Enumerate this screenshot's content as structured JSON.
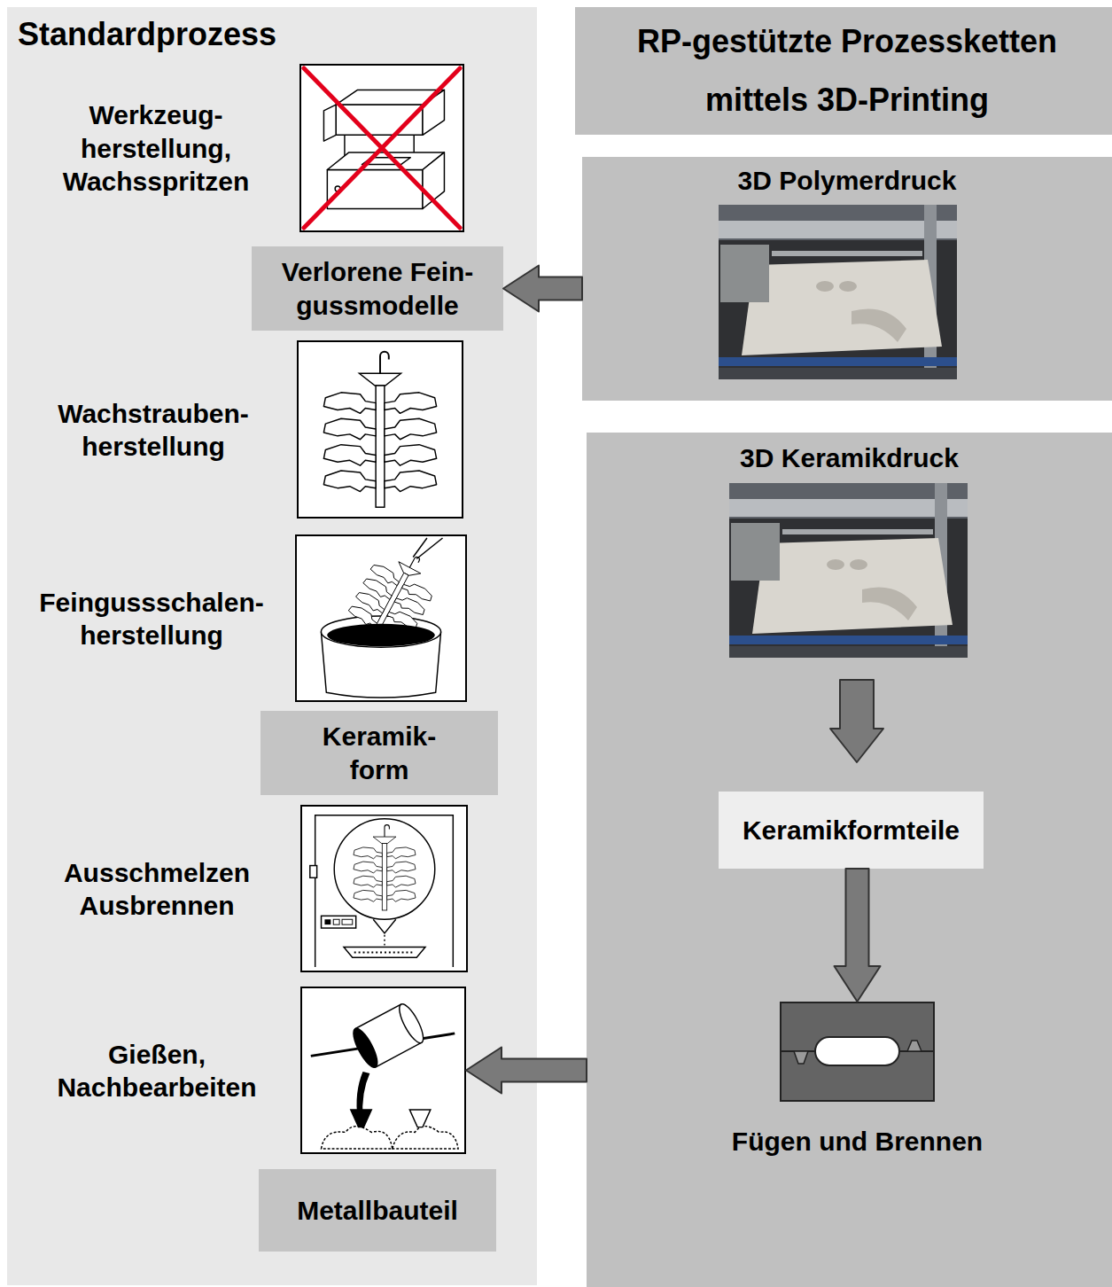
{
  "diagram": {
    "nodes": [
      {
        "text": [
          "Standardprozess"
        ]
      },
      {
        "text": [
          "Werkzeug- herstellung, Wachsspritzen"
        ],
        "in": 0
      },
      {
        "text": [
          "Verlorene Fein- gussmodelle"
        ],
        "in": 0
      },
      {
        "text": [
          "Wachstrauben- herstellung"
        ],
        "in": 0
      },
      {
        "text": [
          "Feingussschalen- herstellung"
        ],
        "in": 0
      },
      {
        "text": [
          "Keramik- form"
        ],
        "in": 0
      },
      {
        "text": [
          "Ausschmelzen Ausbrennen"
        ],
        "in": 0
      },
      {
        "text": [
          "Gießen, Nachbearbeiten"
        ],
        "in": 0
      },
      {
        "text": [
          "Metallbauteil"
        ],
        "in": 0
      },
      {
        "text": [
          "RP-gestützte Prozessketten mittels 3D-Printing"
        ]
      },
      {
        "text": [
          "3D Polymerdruck"
        ]
      },
      {
        "text": [
          "3D Keramikdruck"
        ]
      },
      {
        "text": [
          "Keramikformteile"
        ],
        "in": 11
      },
      {
        "text": [
          "Fügen und Brennen"
        ],
        "in": 11
      }
    ],
    "edges": [
      {
        "from": 10,
        "to": 2,
        "arrow": "to"
      },
      {
        "from": 11,
        "to": 7,
        "arrow": "to"
      },
      {
        "from": 12,
        "to": 13,
        "arrow": "to"
      }
    ]
  }
}
